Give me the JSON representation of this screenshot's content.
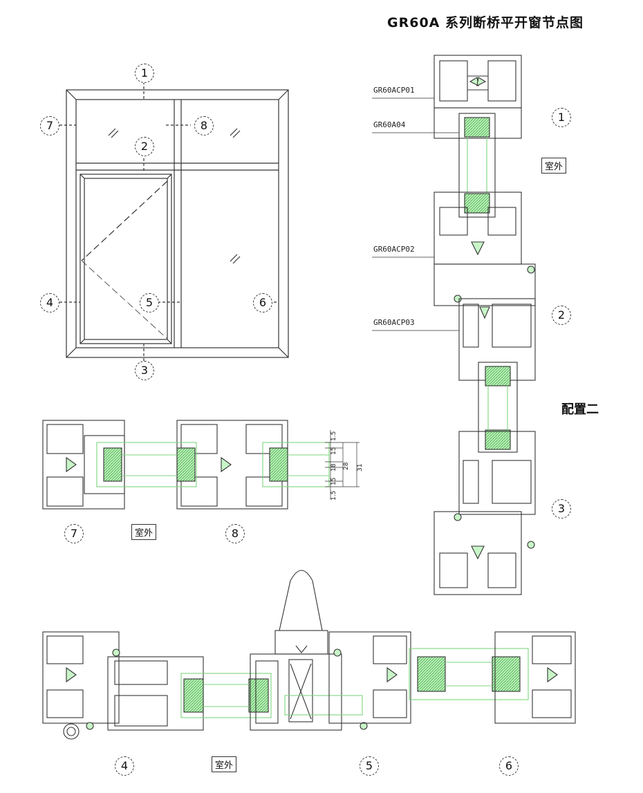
{
  "title": "GR60A 系列断桥平开窗节点图",
  "config_label": "配置二",
  "outdoor_label": "室外",
  "markers": {
    "m1": "1",
    "m2": "2",
    "m3": "3",
    "m4": "4",
    "m5": "5",
    "m6": "6",
    "m7": "7",
    "m8": "8"
  },
  "profile_codes": {
    "cp01": "GR60ACP01",
    "a04": "GR60A04",
    "cp02": "GR60ACP02",
    "cp03": "GR60ACP03"
  },
  "dimensions": {
    "d1": "1.5",
    "d2": "15",
    "d3": "18",
    "d4": "15",
    "d5": "1.5",
    "d6": "28",
    "d7": "31"
  },
  "colors": {
    "line": "#333333",
    "glass": "#9be59b",
    "hatch": "#4caf50"
  }
}
